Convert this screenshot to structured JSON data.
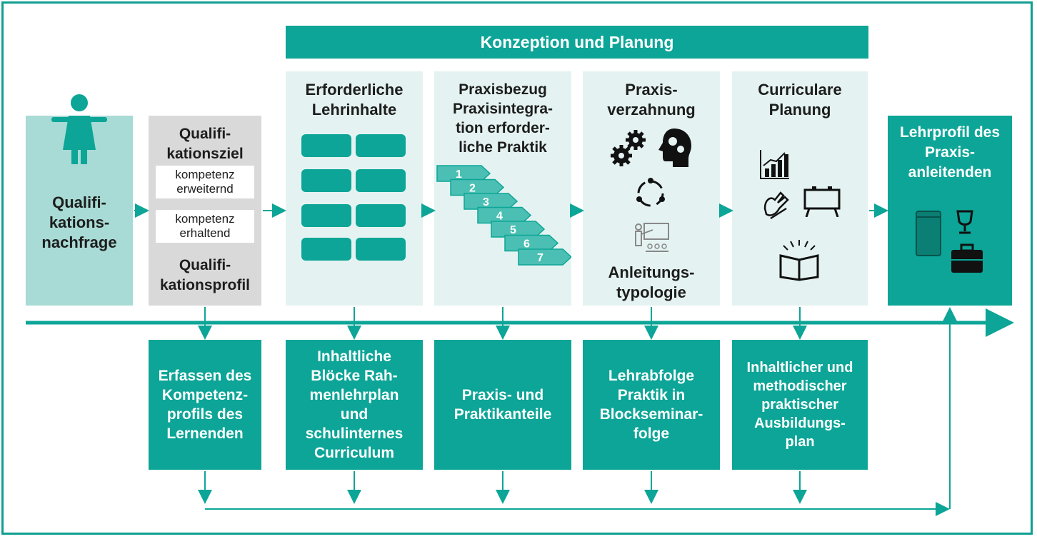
{
  "banner": {
    "label": "Konzeption und Planung"
  },
  "left_box": {
    "label": "Qualifi-\nkations-\nnachfrage",
    "icon": "woman-icon"
  },
  "qual_box": {
    "title_top": "Qualifi-\nkationsziel",
    "option_1": "kompetenz\nerweiternd",
    "option_2": "kompetenz\nerhaltend",
    "title_bottom": "Qualifi-\nkationsprofil"
  },
  "phases": [
    {
      "title": "Erforderliche\nLehrinhalte",
      "output": "Inhaltliche\nBlöcke Rah-\nmenlehrplan\nund\nschulinternes\nCurriculum"
    },
    {
      "title": "Praxisbezug\nPraxisintegra-\ntion erforder-\nliche Praktik",
      "output": "Praxis- und\nPraktikanteile",
      "steps": [
        "1",
        "2",
        "3",
        "4",
        "5",
        "6",
        "7"
      ]
    },
    {
      "title": "Praxis-\nverzahnung",
      "subtitle": "Anleitungs-\ntypologie",
      "output": "Lehrabfolge\nPraktik in\nBlockseminar-\nfolge"
    },
    {
      "title": "Curriculare\nPlanung",
      "output": "Inhaltlicher und\nmethodischer\npraktischer\nAusbildungs-\nplan"
    }
  ],
  "first_output": "Erfassen des\nKompetenz-\nprofils des\nLernenden",
  "result_box": {
    "label": "Lehrprofil des\nPraxis-\nanleitenden"
  },
  "colors": {
    "teal": "#0ca597",
    "light_teal": "#e4f3f1",
    "pale_teal": "#a8dbd5",
    "grey": "#d9d9d9"
  }
}
